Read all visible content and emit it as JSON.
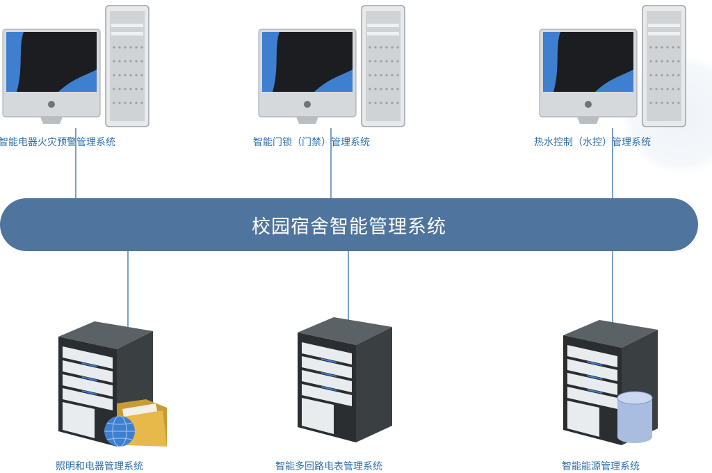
{
  "central_bus": {
    "label": "校园宿舍智能管理系统"
  },
  "workstations": [
    {
      "label": "智能电器火灾预警管理系统"
    },
    {
      "label": "智能门锁（门禁）管理系统"
    },
    {
      "label": "热水控制（水控）管理系统"
    }
  ],
  "servers": [
    {
      "label": "照明和电器管理系统",
      "accessory": "folder-globe-icon"
    },
    {
      "label": "智能多回路电表管理系统",
      "accessory": "none"
    },
    {
      "label": "智能能源管理系统",
      "accessory": "database-cylinder-icon"
    }
  ],
  "colors": {
    "bus": "#4f749d",
    "label_text": "#2f6fa8",
    "connector": "#7aa1c6",
    "screen_accent": "#3f7fcf",
    "server_body": "#3a3f42"
  }
}
